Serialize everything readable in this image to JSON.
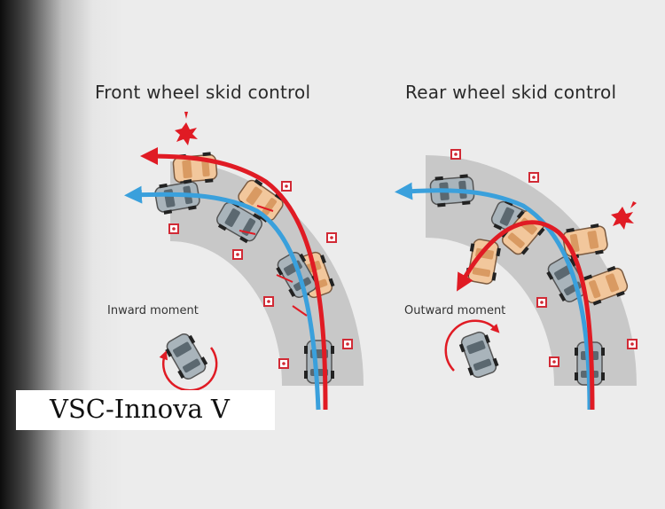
{
  "panels": {
    "front": {
      "title": "Front wheel skid control",
      "moment_label": "Inward moment"
    },
    "rear": {
      "title": "Rear wheel skid control",
      "moment_label": "Outward moment"
    }
  },
  "caption": "VSC-Innova V",
  "colors": {
    "road": "#c8c8c8",
    "controlled_path": "#3aa0dc",
    "skid_path": "#e01b24",
    "car_gray": "#a9b4bb",
    "car_orange": "#f2c79c",
    "marker": "#d12a35"
  },
  "icons": [
    "car-icon",
    "rotation-arrow-icon",
    "warning-burst-icon",
    "road-marker-icon"
  ]
}
